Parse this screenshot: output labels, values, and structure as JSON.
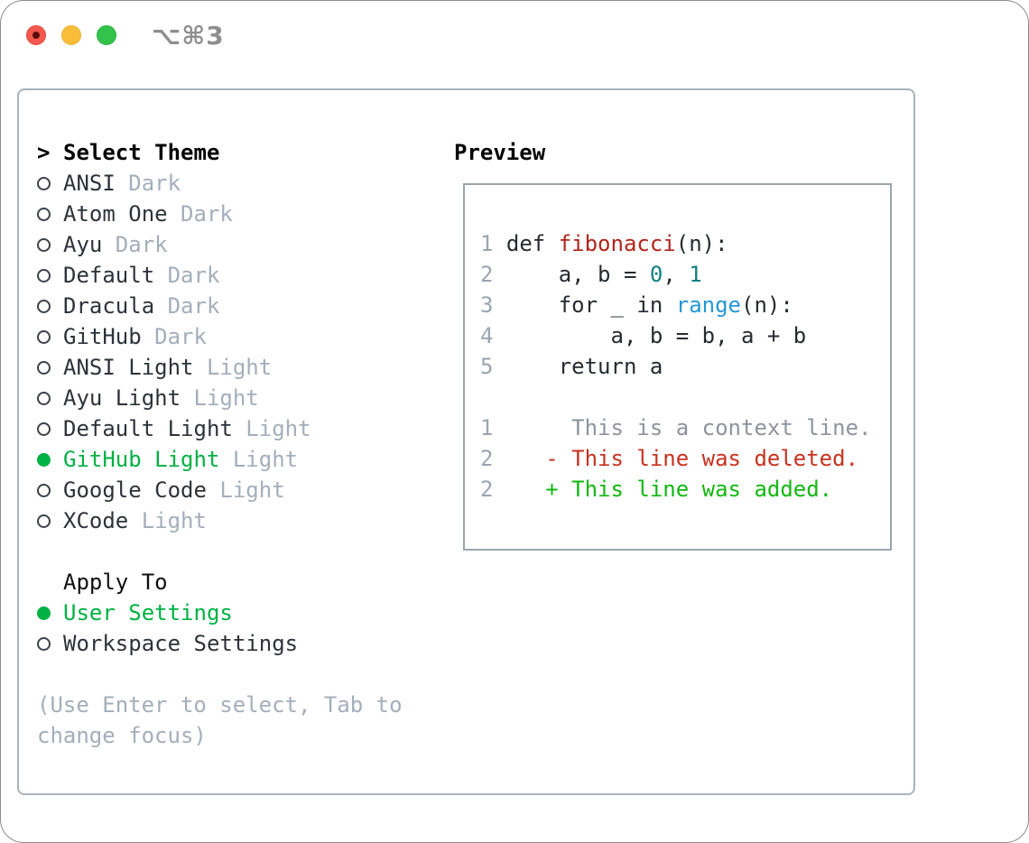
{
  "window": {
    "title": "⌥⌘3",
    "traffic_lights": [
      {
        "name": "close",
        "color": "#f4584d"
      },
      {
        "name": "minimize",
        "color": "#f9bd39"
      },
      {
        "name": "zoom",
        "color": "#33c24c"
      }
    ]
  },
  "colors": {
    "ui_green": "#00b144",
    "panel_border": "#a9b2bc",
    "preview_border": "#9aa5ae",
    "muted_text": "#a4aebb",
    "item_text": "#2d333a",
    "syntax_function_red": "#b0251b",
    "syntax_number_teal": "#0f7f80",
    "syntax_builtin_blue": "#2697d4",
    "diff_context_gray": "#8d949d",
    "diff_deleted_red": "#c83220",
    "diff_added_green": "#13b713"
  },
  "theme_panel": {
    "header": {
      "prefix": ">",
      "label": "Select Theme"
    },
    "items": [
      {
        "name": "ANSI",
        "variant": "Dark",
        "selected": false
      },
      {
        "name": "Atom One",
        "variant": "Dark",
        "selected": false
      },
      {
        "name": "Ayu",
        "variant": "Dark",
        "selected": false
      },
      {
        "name": "Default",
        "variant": "Dark",
        "selected": false
      },
      {
        "name": "Dracula",
        "variant": "Dark",
        "selected": false
      },
      {
        "name": "GitHub",
        "variant": "Dark",
        "selected": false
      },
      {
        "name": "ANSI Light",
        "variant": "Light",
        "selected": false
      },
      {
        "name": "Ayu Light",
        "variant": "Light",
        "selected": false
      },
      {
        "name": "Default Light",
        "variant": "Light",
        "selected": false
      },
      {
        "name": "GitHub Light",
        "variant": "Light",
        "selected": true
      },
      {
        "name": "Google Code",
        "variant": "Light",
        "selected": false
      },
      {
        "name": "XCode",
        "variant": "Light",
        "selected": false
      }
    ],
    "apply_to": {
      "label": "Apply To",
      "options": [
        {
          "name": "User Settings",
          "selected": true
        },
        {
          "name": "Workspace Settings",
          "selected": false
        }
      ]
    },
    "hint_lines": [
      "(Use Enter to select, Tab to",
      "change focus)"
    ]
  },
  "preview": {
    "label": "Preview",
    "code_lines": [
      [
        [
          "1 ",
          "lineno"
        ],
        [
          "def ",
          "code"
        ],
        [
          "fibonacci",
          "function"
        ],
        [
          "(n):",
          "code"
        ]
      ],
      [
        [
          "2 ",
          "lineno"
        ],
        [
          "    a, b = ",
          "code"
        ],
        [
          "0",
          "number"
        ],
        [
          ", ",
          "code"
        ],
        [
          "1",
          "number"
        ]
      ],
      [
        [
          "3 ",
          "lineno"
        ],
        [
          "    for _ in ",
          "code"
        ],
        [
          "range",
          "builtin"
        ],
        [
          "(n):",
          "code"
        ]
      ],
      [
        [
          "4 ",
          "lineno"
        ],
        [
          "        a, b = b, a + b",
          "code"
        ]
      ],
      [
        [
          "5 ",
          "lineno"
        ],
        [
          "    return a",
          "code"
        ]
      ],
      [],
      [
        [
          "1",
          "lineno"
        ],
        [
          "      This is a context line.",
          "context"
        ]
      ],
      [
        [
          "2",
          "lineno"
        ],
        [
          "    - This line was deleted.",
          "deleted"
        ]
      ],
      [
        [
          "2",
          "lineno"
        ],
        [
          "    + This line was added.",
          "added"
        ]
      ]
    ]
  }
}
